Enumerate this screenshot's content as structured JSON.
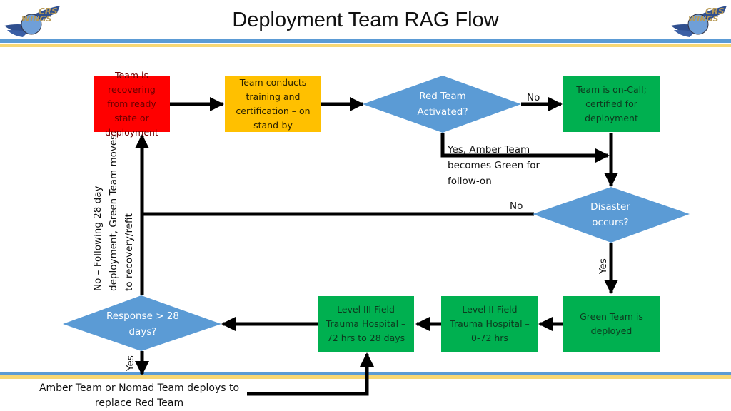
{
  "title": "Deployment Team RAG Flow",
  "logo": {
    "text": "WINGS CRS",
    "icon": "wings-globe-logo"
  },
  "colors": {
    "red": "#ff0000",
    "amber": "#ffc000",
    "green": "#00b050",
    "decision": "#5b9bd5",
    "stripe_blue": "#5b9bd5",
    "stripe_gold": "#f7d774"
  },
  "nodes": {
    "recovering": "Team is recovering from ready state or deployment",
    "training": "Team conducts training and certification – on stand-by",
    "red_activated": "Red Team Activated?",
    "on_call": "Team is on-Call; certified for deployment",
    "disaster": "Disaster occurs?",
    "green_deployed": "Green Team is deployed",
    "level2": "Level II Field Trauma Hospital – 0-72 hrs",
    "level3": "Level III Field Trauma Hospital – 72 hrs to 28 days",
    "response": "Response > 28 days?"
  },
  "edge_labels": {
    "red_no": "No",
    "red_yes": "Yes, Amber Team becomes Green for follow-on",
    "disaster_no": "No",
    "disaster_yes": "Yes",
    "response_no": "No – Following 28 day deployment, Green Team moves to recovery/refit",
    "response_yes": "Yes",
    "replacement": "Amber Team or Nomad Team deploys to replace Red Team"
  }
}
